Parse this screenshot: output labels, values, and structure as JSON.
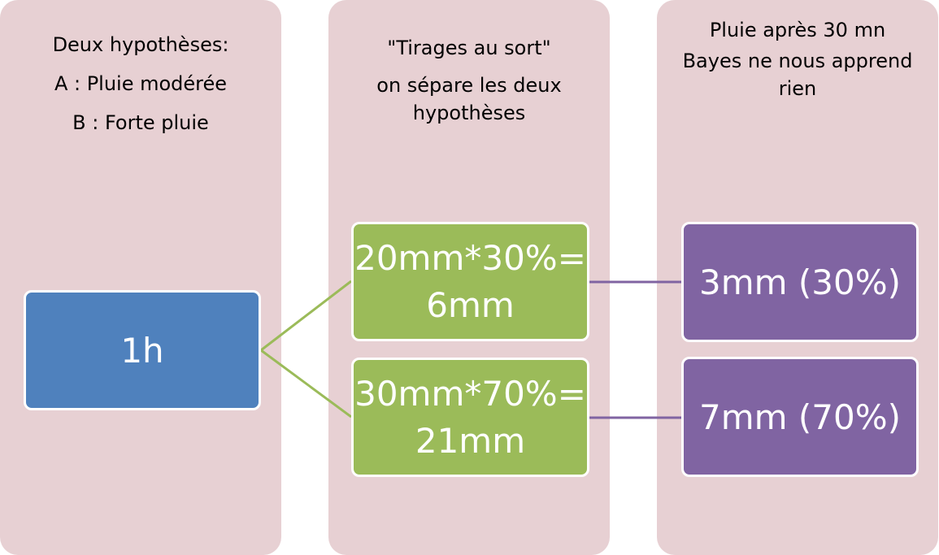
{
  "columns": [
    {
      "lines": [
        "Deux hypothèses:",
        "A : Pluie modérée",
        "B : Forte pluie"
      ]
    },
    {
      "lines": [
        "\"Tirages au sort\"",
        "on sépare les deux hypothèses"
      ]
    },
    {
      "lines": [
        "Pluie après 30 mn",
        "Bayes ne nous apprend rien"
      ]
    }
  ],
  "root": {
    "label": "1h"
  },
  "branches": [
    {
      "line1": "20mm*30%=",
      "line2": "6mm",
      "result": "3mm (30%)"
    },
    {
      "line1": "30mm*70%=",
      "line2": "21mm",
      "result": "7mm (70%)"
    }
  ],
  "colors": {
    "column_bg": "#e7d0d3",
    "root": "#4f81bd",
    "middle": "#9bbb59",
    "leaf": "#8064a2",
    "green_connector": "#9bbb59",
    "purple_connector": "#8064a2"
  }
}
